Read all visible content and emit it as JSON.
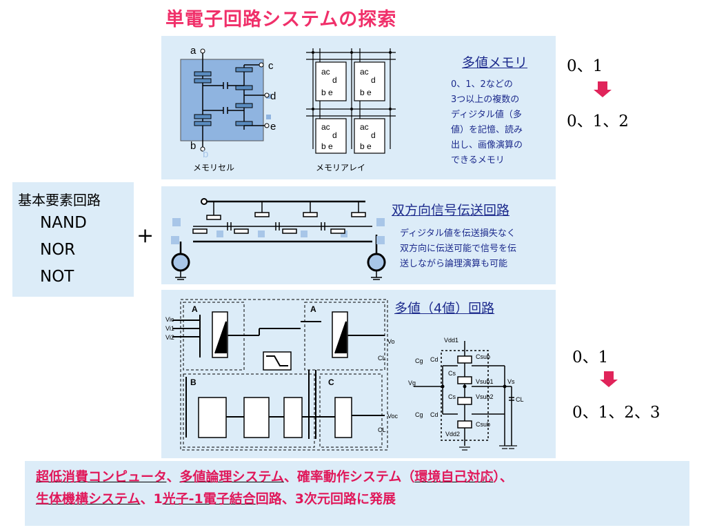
{
  "title": "単電子回路システムの探索",
  "left_box": {
    "heading": "基本要素回路",
    "items": [
      "NAND",
      "NOR",
      "NOT"
    ]
  },
  "plus": "+",
  "memory": {
    "title": "多値メモリ",
    "desc": [
      "0、1、2などの",
      "3つ以上の複数の",
      "ディジタル値（多",
      "値）を記憶、読み",
      "出し、画像演算の",
      "できるメモリ"
    ],
    "cell_caption": "メモリセル",
    "array_caption": "メモリアレイ",
    "cell_labels": [
      "a",
      "c",
      "d",
      "e",
      "b",
      "b"
    ],
    "array_cell_text": [
      "ac",
      "d",
      "b e"
    ],
    "seq_top": "0、1",
    "seq_bottom": "0、1、2"
  },
  "transfer": {
    "title": "双方向信号伝送回路",
    "desc": [
      "ディジタル値を伝送損失なく",
      "双方向に伝送可能で信号を伝",
      "送しながら論理演算も可能"
    ]
  },
  "multivalue": {
    "title": "多値（4値）回路",
    "block_labels": [
      "A",
      "A",
      "B",
      "C"
    ],
    "inputs": [
      "Vic",
      "Vi1",
      "Vi2"
    ],
    "outputs": [
      "Vo",
      "CL",
      "Voc",
      "CL"
    ],
    "circuit_labels": [
      "Vdd1",
      "Csub",
      "Cg",
      "Cd",
      "Vg",
      "Cs",
      "Vsub1",
      "Vs",
      "Cs",
      "Vsub2",
      "CL",
      "Cg",
      "Cd",
      "Csub",
      "Vdd2"
    ],
    "seq_top": "0、1",
    "seq_bottom": "0、1、2、3"
  },
  "bottom": {
    "line1": [
      {
        "text": "超低消費コンピュータ",
        "u": true
      },
      {
        "text": "、",
        "u": false
      },
      {
        "text": "多値論理システム",
        "u": true
      },
      {
        "text": "、確率動作システム（",
        "u": false
      },
      {
        "text": "環境自己対応",
        "u": true
      },
      {
        "text": "）、",
        "u": false
      }
    ],
    "line2": [
      {
        "text": "生体機構システム",
        "u": true
      },
      {
        "text": "、1",
        "u": false
      },
      {
        "text": "光子-1電子結合",
        "u": true
      },
      {
        "text": "回路、3次元回路に発展",
        "u": false
      }
    ]
  },
  "colors": {
    "title": "#f0306a",
    "panel": "#dcecf8",
    "navy": "#1c2a8c",
    "arrow": "#e0245a",
    "bottom_text": "#e0185a"
  }
}
